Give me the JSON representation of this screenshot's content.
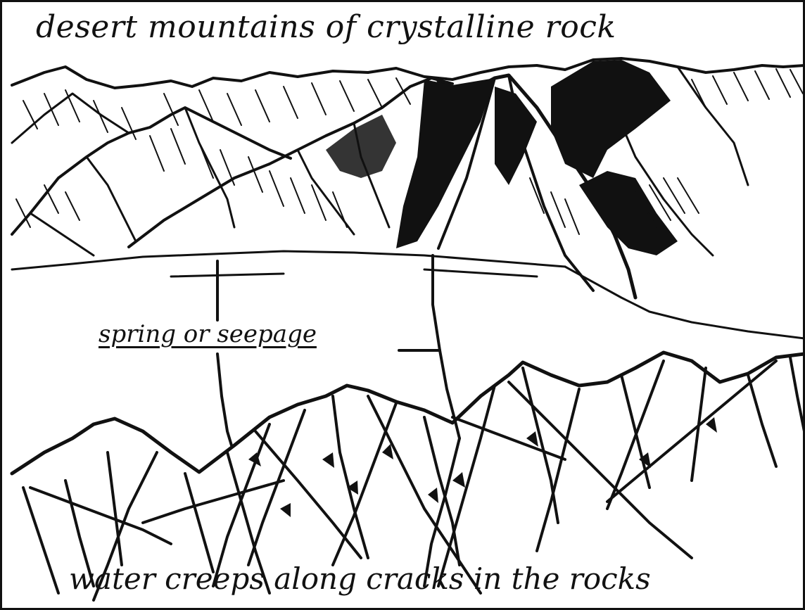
{
  "diagram": {
    "title": "desert mountains of crystalline rock",
    "callout_label": "spring or seepage",
    "caption": "water creeps along cracks in the rocks"
  }
}
